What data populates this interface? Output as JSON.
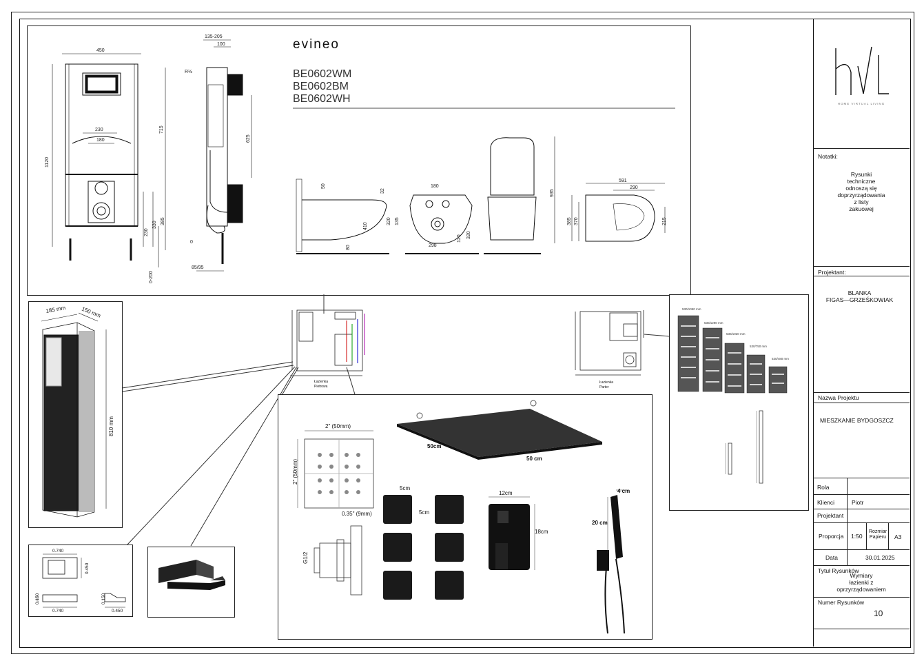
{
  "titleblock": {
    "logo_text": "HOME VIRTUAL LIVING",
    "notes_label": "Notatki:",
    "notes_text": [
      "Rysunki",
      "techniczne",
      "odnoszą się",
      "doprzyrządowania",
      "z listy",
      "zakuowej"
    ],
    "designer_label": "Projektant:",
    "designer_name": [
      "BLANKA",
      "FIGAS—GRZEŚKOWIAK"
    ],
    "project_name_label": "Nazwa Projektu",
    "project_name": "MIESZKANIE BYDGOSZCZ",
    "role_label": "Rola",
    "clients_label": "Klienci",
    "clients_value": "Piotr",
    "designer_row_label": "Projektant",
    "scale_label": "Proporcja",
    "scale_value": "1:50",
    "paper_label": [
      "Rozmiar",
      "Papieru"
    ],
    "paper_value": "A3",
    "date_label": "Data",
    "date_value": "30.01.2025",
    "title_label": "Tytuł Rysunków",
    "title_value": [
      "Wymiary",
      "łazienki z",
      "oprzyrządowaniem"
    ],
    "number_label": "Numer Rysunków",
    "number_value": "10"
  },
  "wc_panel": {
    "brand": "evineo",
    "models": [
      "BE0602WM",
      "BE0602BM",
      "BE0602WH"
    ],
    "dims": {
      "frame_width": "450",
      "height_1120": "1120",
      "d715": "715",
      "d230": "230",
      "d180": "180",
      "d625": "625",
      "d135_205": "135-205",
      "d100": "100",
      "r12": "R½",
      "d0": "0",
      "d85_95": "85/95",
      "d0_200": "0-200",
      "d230b": "230",
      "d330": "330",
      "d385": "385",
      "s50": "50",
      "s32": "32",
      "s410": "410",
      "s80": "80",
      "f180": "180",
      "f135": "135",
      "f320": "320",
      "f298": "298",
      "f120": "120",
      "f320b": "320",
      "h935": "935",
      "t591": "591",
      "t290": "290",
      "t385": "385",
      "t370": "370",
      "t215": "215"
    }
  },
  "column_panel": {
    "width": "185 mm",
    "depth": "150 mm",
    "height": "810 mm"
  },
  "niche_panel": {
    "d0740": "0.740",
    "d0450": "0.450",
    "d0150": "0.150",
    "d0740b": "0.740",
    "d0150b": "0.150",
    "d0450b": "0.450"
  },
  "shower_panel": {
    "jet_size_w": "2\" (50mm)",
    "jet_size_h": "2\" (50mm)",
    "rain_d1": "50cm",
    "rain_d2": "50 cm",
    "pipe_035": "0.35\" (9mm)",
    "pipe_g12": "G1/2",
    "body_5cm_w": "5cm",
    "body_5cm_h": "5cm",
    "mixer_w": "12cm",
    "mixer_h": "18cm",
    "hand_w": "4 cm",
    "hand_h": "20 cm"
  },
  "radiator_panel": {
    "sizes": [
      "530/1050 mm",
      "530/1290 mm",
      "530/1020 mm",
      "530/750 mm",
      "530/480 mm"
    ]
  },
  "plans": {
    "left_label": [
      "Łazienka",
      "Pietrowa"
    ],
    "right_label": [
      "Łazienka",
      "Parter"
    ]
  }
}
